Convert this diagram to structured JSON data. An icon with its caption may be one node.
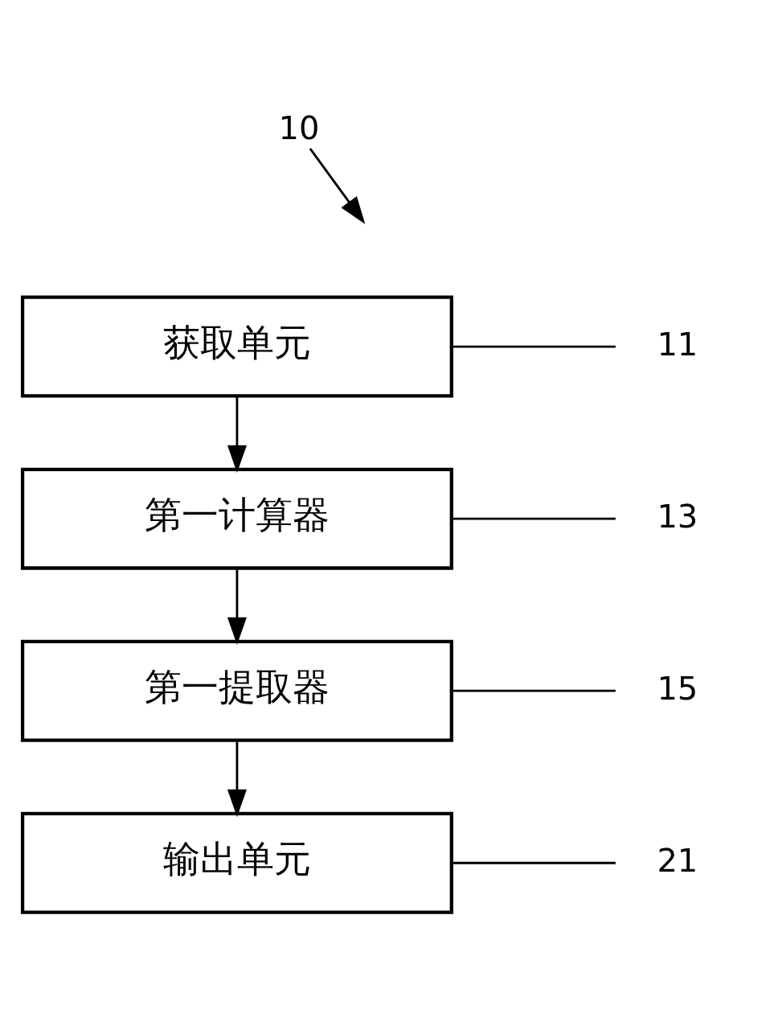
{
  "diagram": {
    "nodes": [
      {
        "text": [
          "获取单元"
        ]
      },
      {
        "text": [
          "第一计算器"
        ]
      },
      {
        "text": [
          "第一提取器"
        ]
      },
      {
        "text": [
          "输出单元"
        ]
      },
      {
        "text": [
          "11"
        ]
      },
      {
        "text": [
          "13"
        ]
      },
      {
        "text": [
          "15"
        ]
      },
      {
        "text": [
          "21"
        ]
      },
      {
        "text": [
          "10"
        ]
      }
    ],
    "edges": [
      {
        "from": 0,
        "to": 1,
        "arrow": "to"
      },
      {
        "from": 1,
        "to": 2,
        "arrow": "to"
      },
      {
        "from": 2,
        "to": 3,
        "arrow": "to"
      },
      {
        "from": 4,
        "to": 0,
        "arrow": "none"
      },
      {
        "from": 5,
        "to": 1,
        "arrow": "none"
      },
      {
        "from": 6,
        "to": 2,
        "arrow": "none"
      },
      {
        "from": 7,
        "to": 3,
        "arrow": "none"
      },
      {
        "from": 8,
        "to": null,
        "arrow": "to"
      }
    ]
  }
}
